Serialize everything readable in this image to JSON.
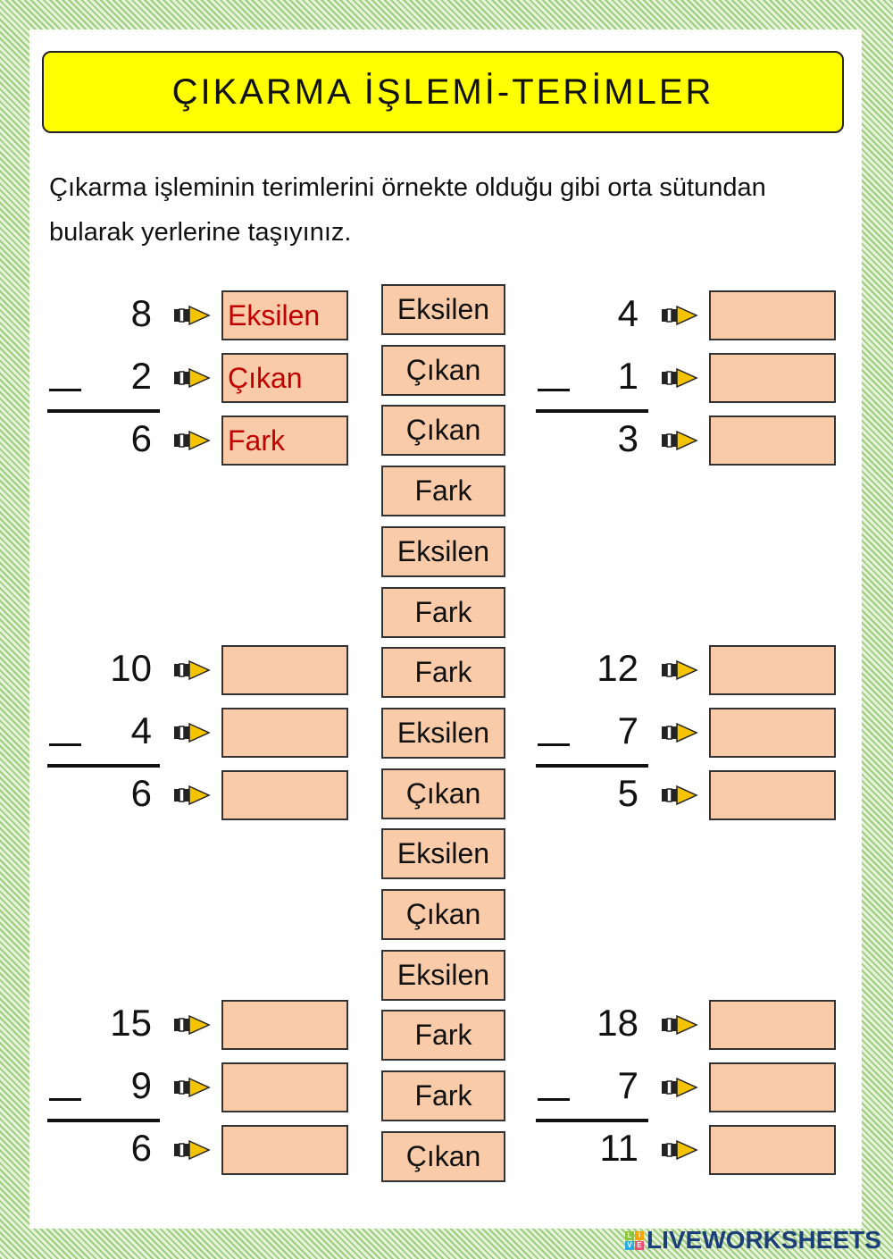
{
  "title": "ÇIKARMA İŞLEMİ-TERİMLER",
  "instruction": "Çıkarma işleminin terimlerini örnekte olduğu gibi orta sütundan bularak yerlerine taşıyınız.",
  "colors": {
    "title_bg": "#ffff00",
    "box_bg": "#f9cba8",
    "example_text": "#c00000",
    "border_stripes": "#9ccc7c"
  },
  "problems": [
    {
      "minuend": "8",
      "subtrahend": "2",
      "difference": "6",
      "answers": [
        "Eksilen",
        "Çıkan",
        "Fark"
      ]
    },
    {
      "minuend": "4",
      "subtrahend": "1",
      "difference": "3",
      "answers": [
        "",
        "",
        ""
      ]
    },
    {
      "minuend": "10",
      "subtrahend": "4",
      "difference": "6",
      "answers": [
        "",
        "",
        ""
      ]
    },
    {
      "minuend": "12",
      "subtrahend": "7",
      "difference": "5",
      "answers": [
        "",
        "",
        ""
      ]
    },
    {
      "minuend": "15",
      "subtrahend": "9",
      "difference": "6",
      "answers": [
        "",
        "",
        ""
      ]
    },
    {
      "minuend": "18",
      "subtrahend": "7",
      "difference": "11",
      "answers": [
        "",
        "",
        ""
      ]
    }
  ],
  "word_bank": [
    "Eksilen",
    "Çıkan",
    "Çıkan",
    "Fark",
    "Eksilen",
    "Fark",
    "Fark",
    "Eksilen",
    "Çıkan",
    "Eksilen",
    "Çıkan",
    "Eksilen",
    "Fark",
    "Fark",
    "Çıkan"
  ],
  "logo": {
    "text": "LIVEWORKSHEETS",
    "mark": [
      "L",
      "I",
      "V",
      "E"
    ]
  }
}
